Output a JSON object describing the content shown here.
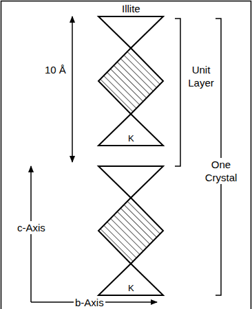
{
  "diagram": {
    "labels": [
      "Illite",
      "10 Å",
      "Unit Layer",
      "One Crystal",
      "K",
      "c-Axis",
      "K",
      "b-Axis"
    ]
  }
}
